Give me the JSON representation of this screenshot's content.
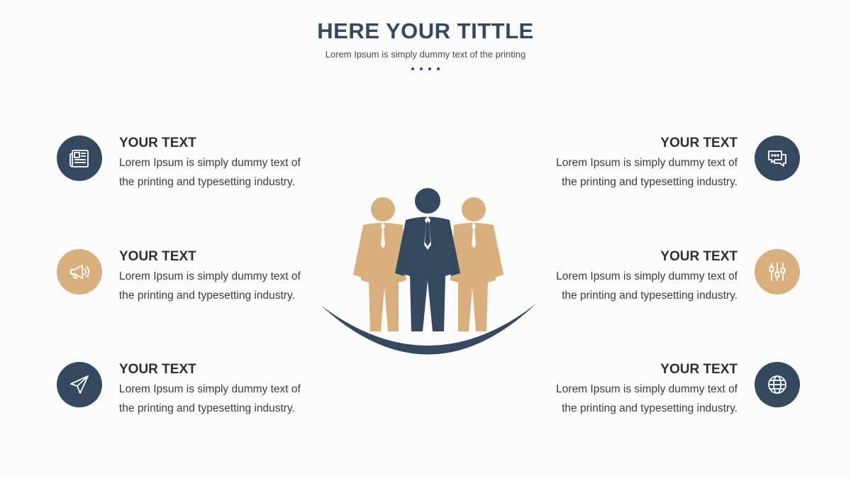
{
  "header": {
    "title": "HERE YOUR TITTLE",
    "subtitle": "Lorem Ipsum is simply dummy text of the printing"
  },
  "items": [
    {
      "heading": "YOUR TEXT",
      "line1": "Lorem Ipsum is simply dummy text of",
      "line2": "the printing and typesetting industry.",
      "icon": "newspaper-icon",
      "color": "#34495e"
    },
    {
      "heading": "YOUR TEXT",
      "line1": "Lorem Ipsum is simply dummy text of",
      "line2": "the printing and typesetting industry.",
      "icon": "megaphone-icon",
      "color": "#d9b07d"
    },
    {
      "heading": "YOUR TEXT",
      "line1": "Lorem Ipsum is simply dummy text of",
      "line2": "the printing and typesetting industry.",
      "icon": "paper-plane-icon",
      "color": "#34495e"
    },
    {
      "heading": "YOUR TEXT",
      "line1": "Lorem Ipsum is simply dummy text of",
      "line2": "the printing and typesetting industry.",
      "icon": "chat-bubble-icon",
      "color": "#34495e"
    },
    {
      "heading": "YOUR TEXT",
      "line1": "Lorem Ipsum is simply dummy text of",
      "line2": "the printing and typesetting industry.",
      "icon": "sliders-icon",
      "color": "#d9b07d"
    },
    {
      "heading": "YOUR TEXT",
      "line1": "Lorem Ipsum is simply dummy text of",
      "line2": "the printing and typesetting industry.",
      "icon": "globe-icon",
      "color": "#34495e"
    }
  ],
  "colors": {
    "navy": "#34495e",
    "tan": "#d9b07d",
    "background": "#fbfbfc"
  },
  "illustration": "team-people-icon"
}
